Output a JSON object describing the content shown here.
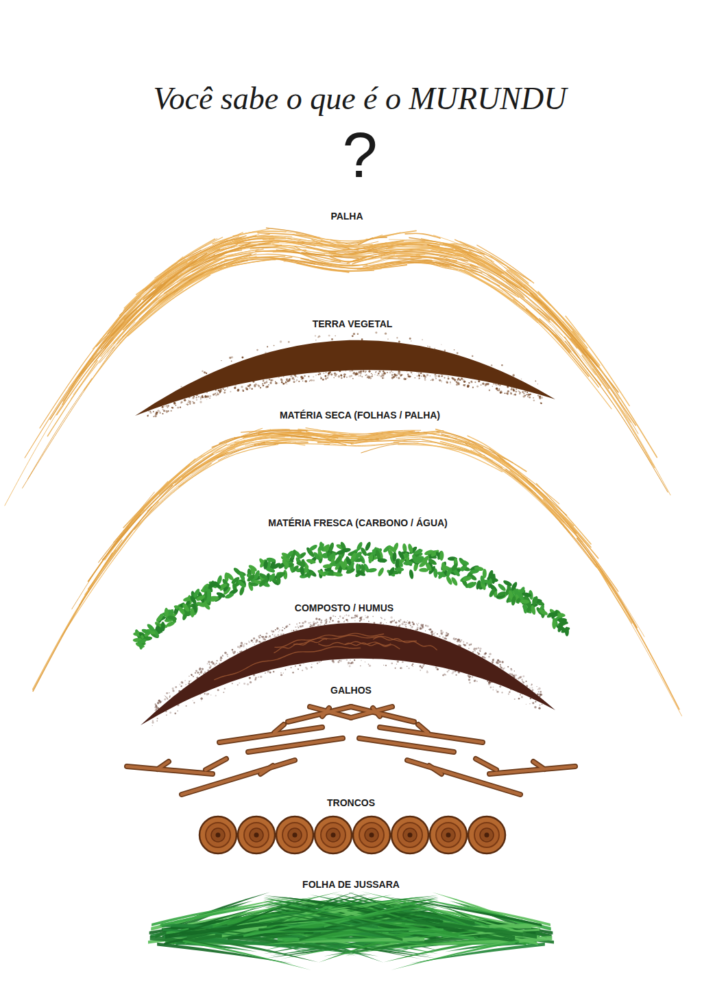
{
  "diagram": {
    "title": "Você sabe o que é o MURUNDU ?",
    "nodes": [
      {
        "text": [
          "PALHA"
        ]
      },
      {
        "text": [
          "TERRA VEGETAL"
        ]
      },
      {
        "text": [
          "MATÉRIA SECA (FOLHAS / PALHA)"
        ]
      },
      {
        "text": [
          "MATÉRIA FRESCA (CARBONO / ÁGUA)"
        ]
      },
      {
        "text": [
          "COMPOSTO / HUMUS"
        ]
      },
      {
        "text": [
          "GALHOS"
        ]
      },
      {
        "text": [
          "TRONCOS"
        ]
      },
      {
        "text": [
          "FOLHA DE JUSSARA"
        ]
      }
    ]
  }
}
